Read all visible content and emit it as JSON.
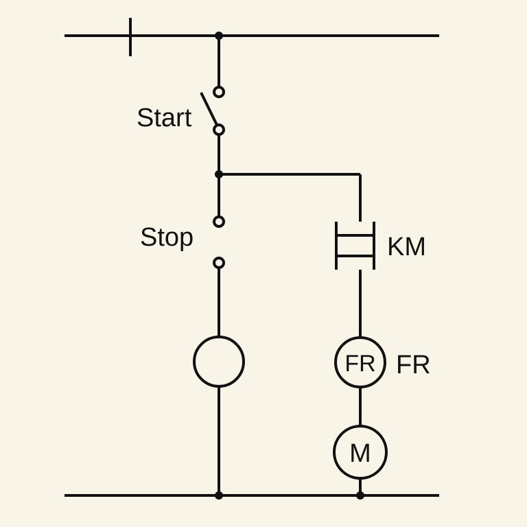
{
  "colors": {
    "background": "#f8f4e8",
    "ink": "#111111"
  },
  "labels": {
    "start": "Start",
    "stop": "Stop",
    "contactor": "KM",
    "relay_symbol": "FR",
    "relay_label": "FR",
    "motor": "M"
  }
}
